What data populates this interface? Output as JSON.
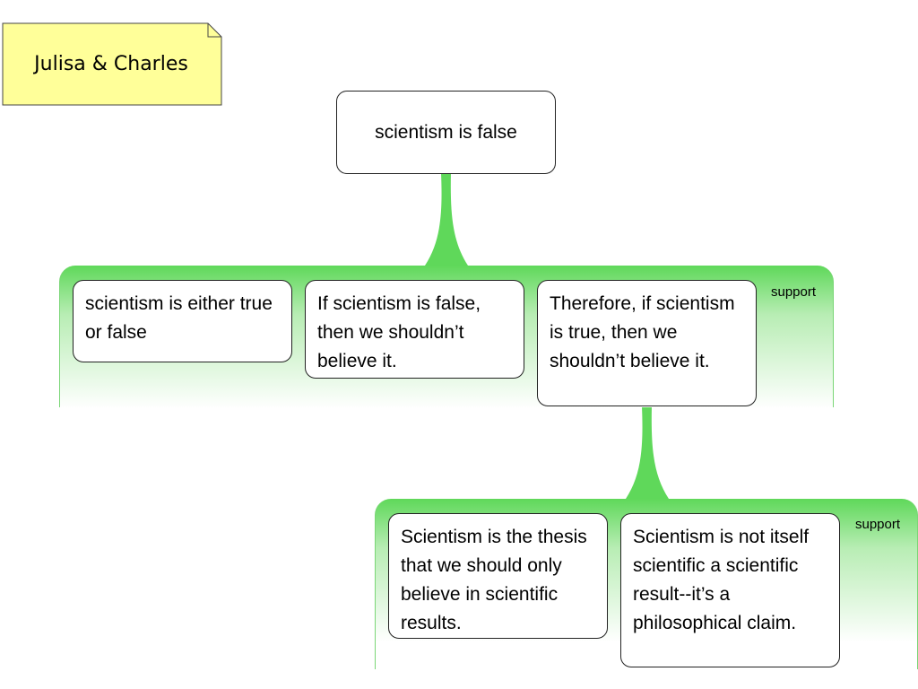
{
  "note": {
    "label": "Julisa & Charles"
  },
  "claim": {
    "text": "scientism is false"
  },
  "groups": [
    {
      "label": "support",
      "premises": [
        "scientism is either true or false",
        "If scientism is false, then we shouldn’t believe it.",
        "Therefore, if scientism is true, then we shouldn’t believe it."
      ]
    },
    {
      "label": "support",
      "premises": [
        "Scientism is the thesis that we should only believe in scientific results.",
        "Scientism is not itself scientific a scientific result--it’s a philosophical claim."
      ]
    }
  ],
  "colors": {
    "connector": "#5fd85a",
    "note_fill": "#ffff99",
    "group_top": "#5fd85a"
  }
}
